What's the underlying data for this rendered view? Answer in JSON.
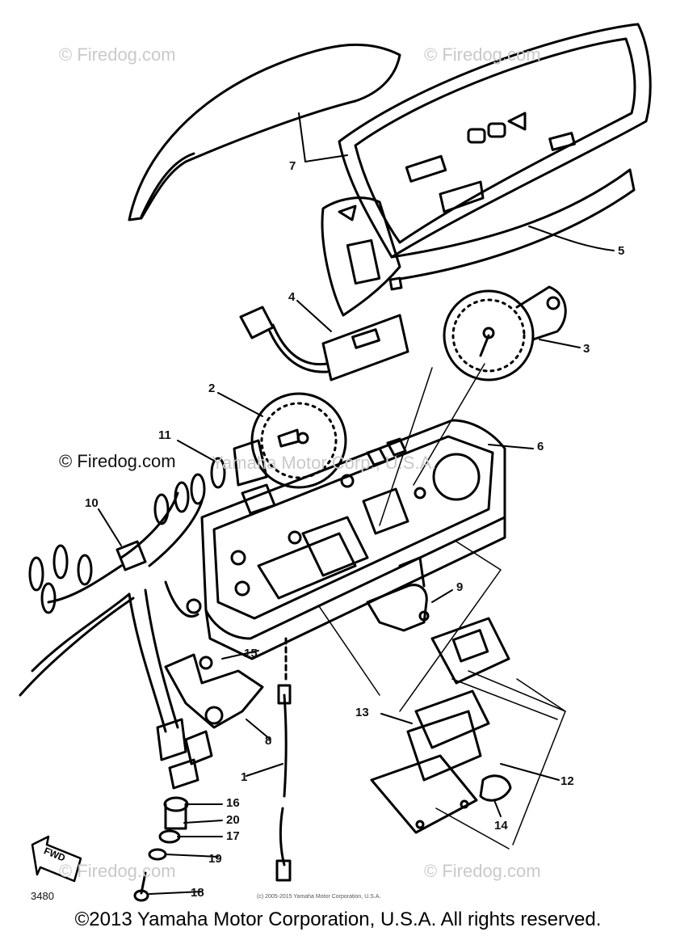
{
  "watermark": {
    "text": "© Firedog.com"
  },
  "overlay_text": "Yamaha Motor Corp., U.S.A.",
  "fwd_label": "FWD",
  "diagram_code": "3480",
  "sub_copyright": "(c) 2005-2015 Yamaha Motor Corporation, U.S.A.",
  "footer": "©2013 Yamaha Motor Corporation, U.S.A. All rights reserved.",
  "callouts": [
    "1",
    "2",
    "3",
    "4",
    "5",
    "6",
    "7",
    "8",
    "9",
    "10",
    "11",
    "12",
    "13",
    "14",
    "15",
    "16",
    "17",
    "18",
    "19",
    "20"
  ]
}
